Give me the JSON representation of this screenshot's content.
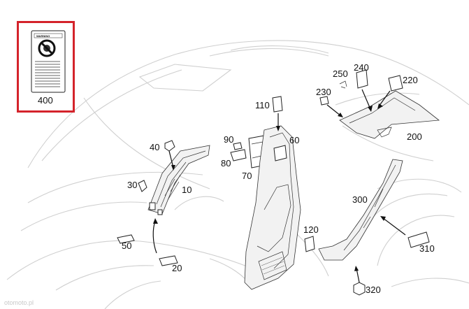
{
  "callouts": {
    "c10": "10",
    "c20": "20",
    "c30": "30",
    "c40": "40",
    "c50": "50",
    "c60": "60",
    "c70": "70",
    "c80": "80",
    "c90": "90",
    "c110": "110",
    "c120": "120",
    "c200": "200",
    "c220": "220",
    "c230": "230",
    "c240": "240",
    "c250": "250",
    "c300": "300",
    "c310": "310",
    "c320": "320",
    "c400": "400"
  },
  "label_400": {
    "warning_text": "WARNING"
  },
  "watermark": "otomoto.pl",
  "colors": {
    "highlight_box": "#d4232b",
    "line": "#222222",
    "car_outline": "#cfcfcf"
  }
}
